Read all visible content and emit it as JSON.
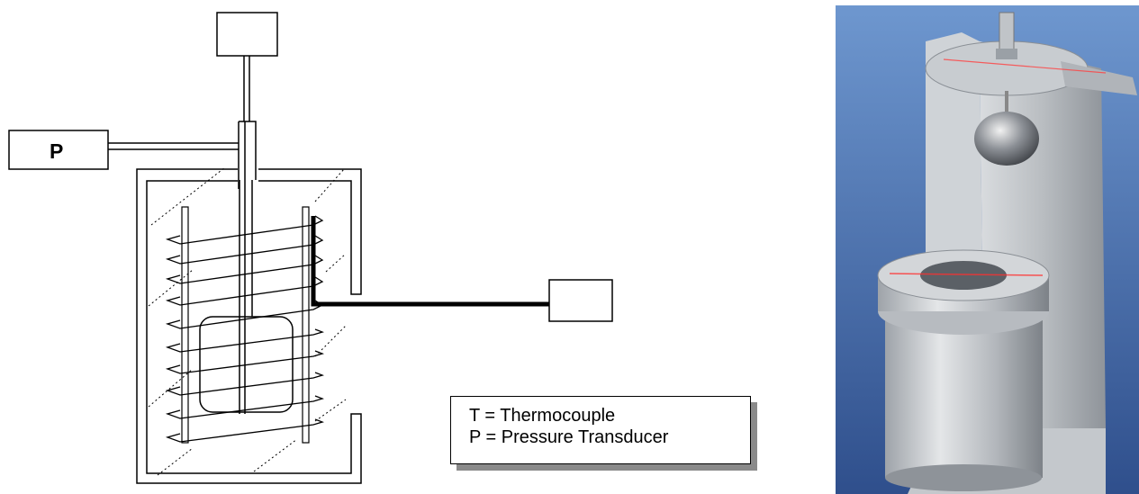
{
  "diagram": {
    "pressure_box_label": "P",
    "legend": {
      "line1": "T = Thermocouple",
      "line2": "P = Pressure Transducer"
    }
  },
  "photo": {
    "subject": "stainless-steel-apparatus",
    "colors": {
      "background": "#7aa0d3",
      "metal": "#b8bcc0",
      "laser": "#ff3030"
    }
  }
}
